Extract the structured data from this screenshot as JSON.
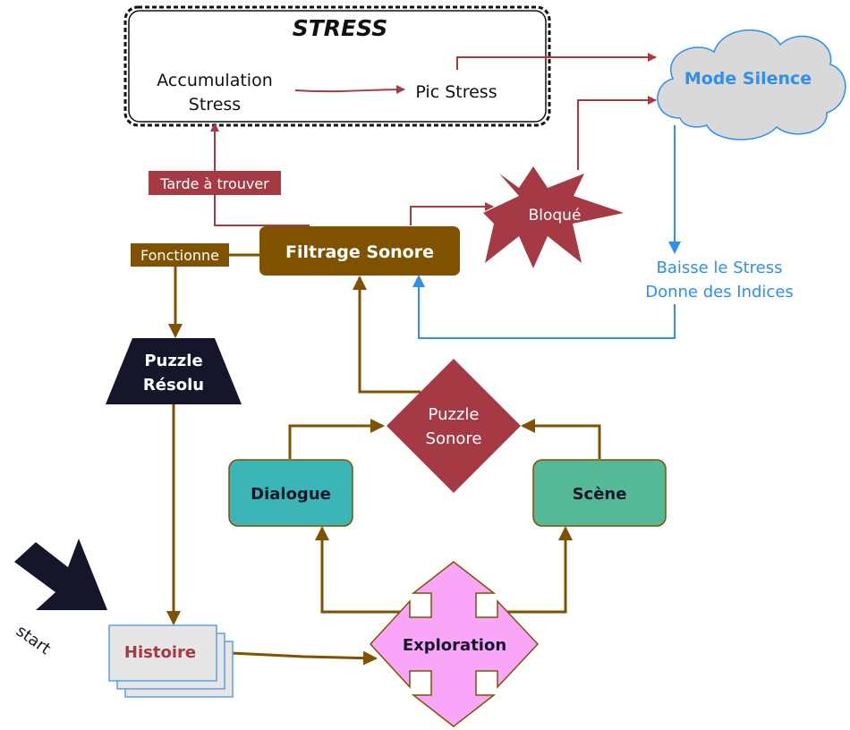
{
  "stress": {
    "title": "STRESS",
    "accumulation_line1": "Accumulation",
    "accumulation_line2": "Stress",
    "peak": "Pic Stress"
  },
  "mode_silence": "Mode Silence",
  "bloque": "Bloqué",
  "filtrage": "Filtrage Sonore",
  "labels": {
    "tarde": "Tarde à trouver",
    "fonctionne": "Fonctionne",
    "baisse_line1": "Baisse le Stress",
    "baisse_line2": "Donne des Indices"
  },
  "puzzle_resolu": {
    "line1": "Puzzle",
    "line2": "Résolu"
  },
  "puzzle_sonore": {
    "line1": "Puzzle",
    "line2": "Sonore"
  },
  "dialogue": "Dialogue",
  "scene": "Scène",
  "exploration": "Exploration",
  "histoire": "Histoire",
  "start": "start",
  "colors": {
    "brown": "#7f5200",
    "red": "#a63a44",
    "blue": "#2f8ff0",
    "navy": "#16162a",
    "teal": "#3bb5b5",
    "green": "#55b896",
    "pink": "#f9a6f9",
    "cloud": "#d9d9d9",
    "histoire_fill": "#e6e6e6",
    "histoire_border": "#5aa0e0"
  }
}
